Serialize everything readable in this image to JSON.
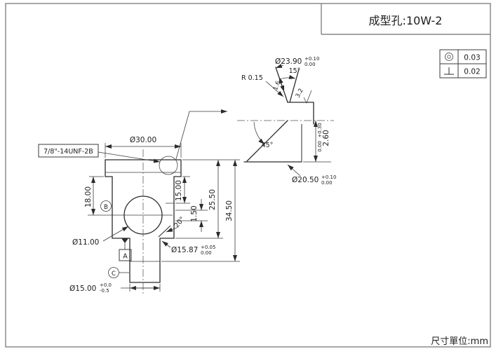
{
  "title_block": {
    "part_label": "成型孔:10W-2"
  },
  "tolerance_frames": [
    {
      "symbol_icon": "concentricity",
      "value": "0.03"
    },
    {
      "symbol_icon": "perpendicularity",
      "value": "0.02"
    }
  ],
  "footer": {
    "units": "尺寸單位:mm"
  },
  "front_view": {
    "thread_callout": "7/8\"-14UNF-2B",
    "dia_30": "Ø30.00",
    "h_18": "18.00",
    "h_15": "15.00",
    "h_25_5": "25.50",
    "h_34_5": "34.50",
    "h_1_5": "1.50",
    "angle_20": "20°",
    "dia_11": "Ø11.00",
    "dia_15_87": {
      "value": "Ø15.87",
      "tol_up": "+0.05",
      "tol_low": "0.00"
    },
    "dia_15_00": {
      "value": "Ø15.00",
      "tol_up": "+0.0",
      "tol_low": "-0.5"
    },
    "datum_a": "A",
    "datum_b": "B",
    "datum_c": "C"
  },
  "detail_view": {
    "dia_23_9": {
      "value": "Ø23.90",
      "tol_up": "+0.10",
      "tol_low": "0.00"
    },
    "radius": "R 0.15",
    "angle_15": "15°",
    "land_1_6": "1.6",
    "roughness_3_2": "3.2",
    "angle_45": "45°",
    "h_2_6": {
      "value": "2.60",
      "tol_up": "+0.30",
      "tol_low": "0.00"
    },
    "dia_20_5": {
      "value": "Ø20.50",
      "tol_up": "+0.10",
      "tol_low": "0.00"
    }
  }
}
